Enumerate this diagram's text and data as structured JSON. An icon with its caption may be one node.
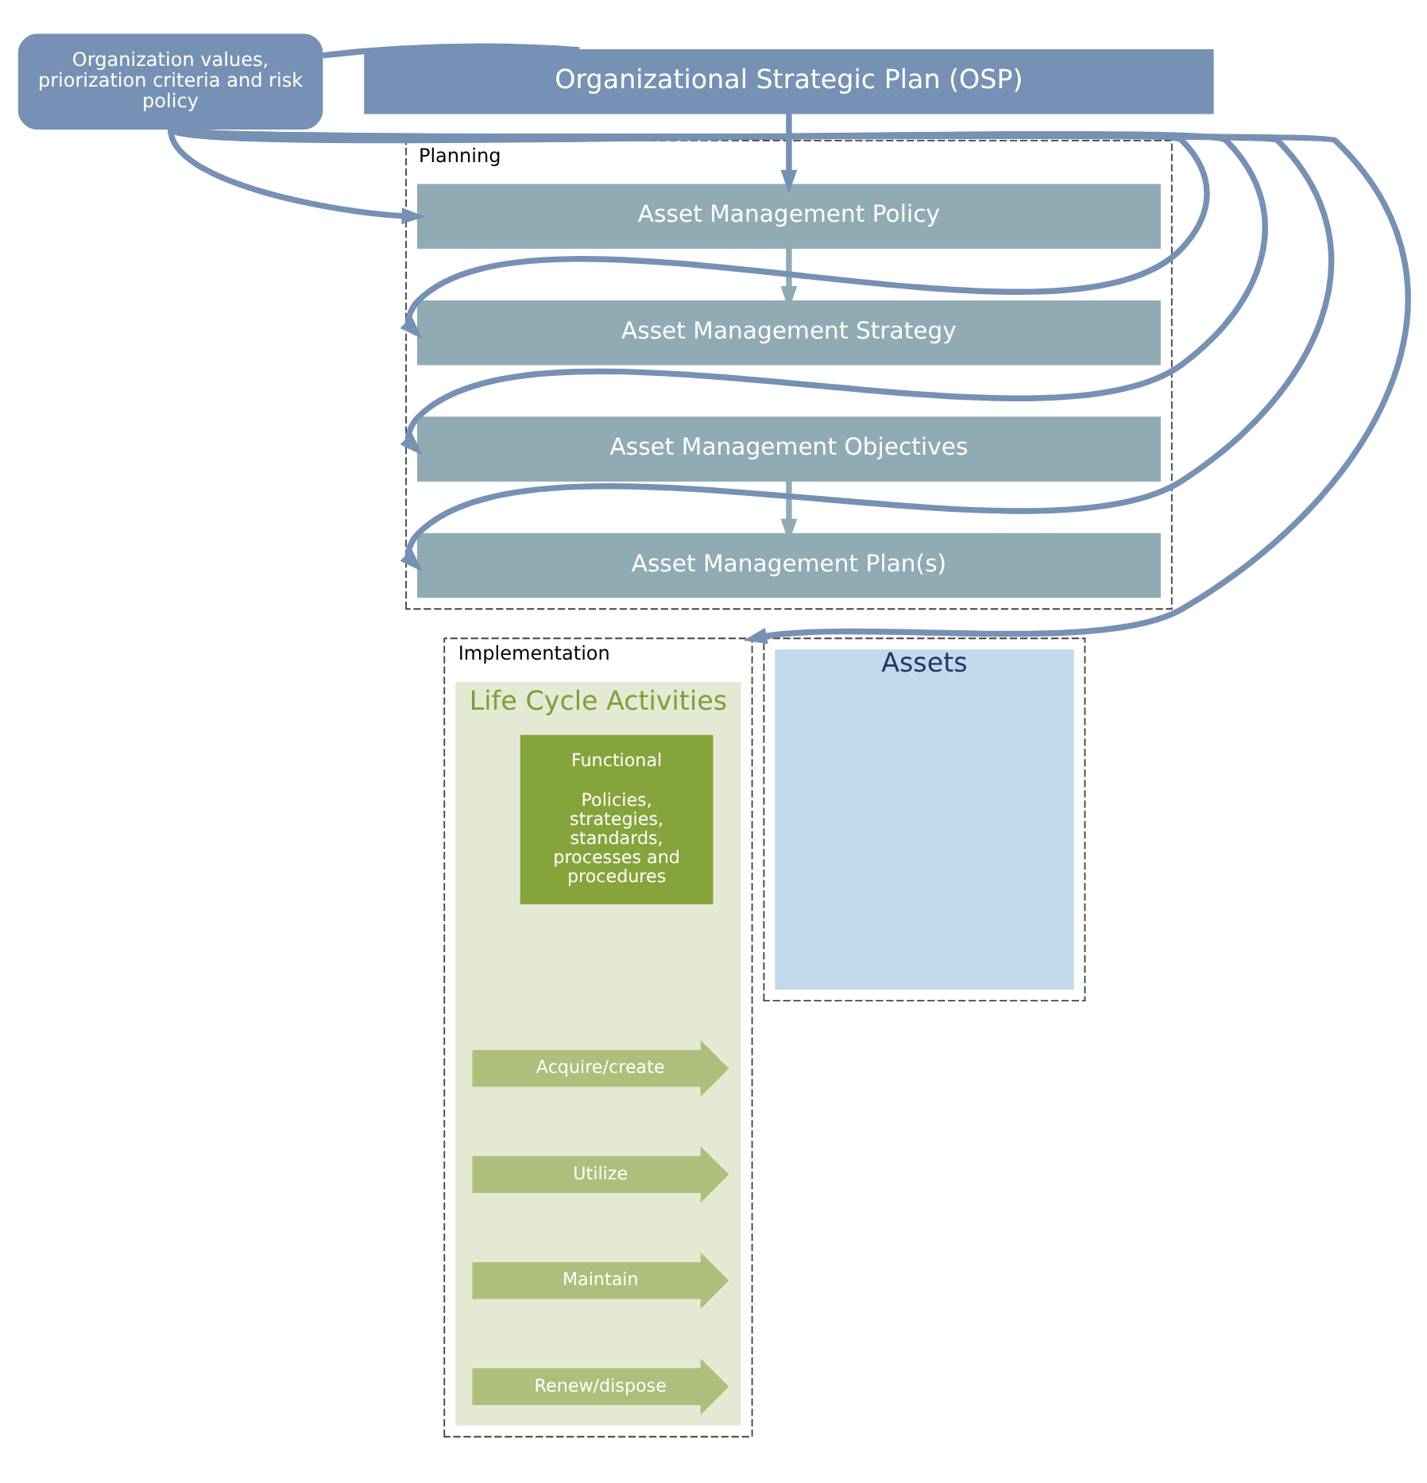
{
  "diagram": {
    "nodes": [
      {
        "text": [
          "Organizational Strategic Plan (OSP)"
        ]
      },
      {
        "text": [
          "Planning"
        ]
      },
      {
        "text": [
          "Asset Management Policy"
        ],
        "in": 1
      },
      {
        "text": [
          "Asset Management Strategy"
        ],
        "in": 1
      },
      {
        "text": [
          "Asset Management Objectives"
        ],
        "in": 1
      },
      {
        "text": [
          "Asset Management Plan(s)"
        ],
        "in": 1
      },
      {
        "text": [
          "Implementation"
        ]
      },
      {
        "text": [
          "Life Cycle Activities"
        ],
        "in": 6
      },
      {
        "text": [
          "Functional",
          "Policies, strategies, standards, processes and procedures"
        ],
        "in": 7
      },
      {
        "text": [
          "Acquire/create"
        ],
        "in": 7
      },
      {
        "text": [
          "Utilize"
        ],
        "in": 7
      },
      {
        "text": [
          "Maintain"
        ],
        "in": 7
      },
      {
        "text": [
          "Renew/dispose"
        ],
        "in": 7
      },
      {
        "text": [],
        "shape": "box"
      },
      {
        "text": [
          "Assets"
        ],
        "in": 13
      },
      {
        "text": [
          "Organization values, priorization criteria and risk policy"
        ]
      }
    ],
    "edges": [
      {
        "from": 0,
        "to": 2,
        "arrow": "to"
      },
      {
        "from": 2,
        "to": 3,
        "arrow": "to",
        "color": "#91abb5"
      },
      {
        "from": 4,
        "to": 5,
        "arrow": "to",
        "color": "#91abb5"
      },
      {
        "from": 0,
        "to": 15,
        "arrow": "none"
      },
      {
        "from": 15,
        "to": 2,
        "arrow": "to"
      },
      {
        "from": 15,
        "to": 3,
        "arrow": "to"
      },
      {
        "from": 15,
        "to": 4,
        "arrow": "to"
      },
      {
        "from": 15,
        "to": 5,
        "arrow": "to"
      },
      {
        "from": 15,
        "to": 6,
        "arrow": "to"
      }
    ]
  }
}
